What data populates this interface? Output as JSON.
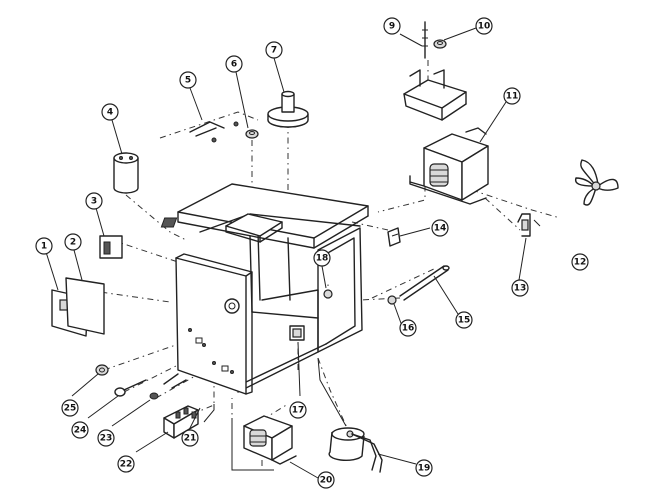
{
  "diagram": {
    "labels": [
      "1",
      "2",
      "3",
      "4",
      "5",
      "6",
      "7",
      "9",
      "10",
      "11",
      "12",
      "13",
      "14",
      "15",
      "16",
      "17",
      "18",
      "19",
      "20",
      "21",
      "22",
      "23",
      "24",
      "25"
    ]
  }
}
